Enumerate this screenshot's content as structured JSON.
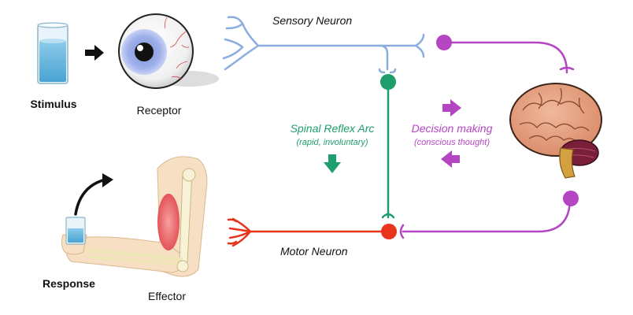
{
  "labels": {
    "stimulus": "Stimulus",
    "receptor": "Receptor",
    "sensory_neuron": "Sensory Neuron",
    "spinal_reflex_arc": "Spinal Reflex Arc",
    "spinal_reflex_sub": "(rapid, involuntary)",
    "decision_making": "Decision making",
    "decision_sub": "(conscious thought)",
    "motor_neuron": "Motor Neuron",
    "response": "Response",
    "effector": "Effector"
  },
  "colors": {
    "sensory": "#8aaee0",
    "motor": "#e8331d",
    "reflex": "#1e9e6c",
    "conscious": "#b445c3",
    "arrow_black": "#111111"
  },
  "icons": {
    "glass": "water-glass-icon",
    "eye": "eyeball-icon",
    "brain": "brain-icon",
    "arm": "arm-muscle-icon"
  }
}
